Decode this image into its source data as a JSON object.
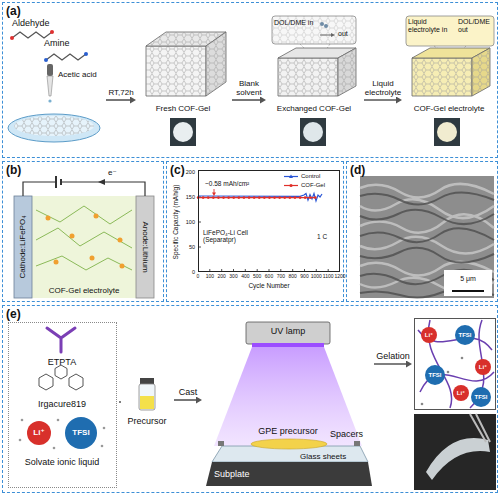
{
  "diagram": {
    "nodes": [
      {
        "text": [
          "(a)"
        ]
      },
      {
        "text": [
          "Aldehyde",
          "Amine",
          "Acetic acid"
        ],
        "in": 0
      },
      {
        "text": [
          "Fresh COF-Gel"
        ],
        "in": 0
      },
      {
        "text": [
          "DOL/DME in",
          "out",
          "Exchanged COF-Gel"
        ],
        "in": 0
      },
      {
        "text": [
          "Liquid electrolyte in",
          "DOL/DME out",
          "COF-Gel electrolyte"
        ],
        "in": 0
      },
      {
        "text": [
          "(b)"
        ]
      },
      {
        "text": [
          "Cathode:LiFePO₄",
          "Anode:Lithium",
          "COF-Gel electrolyte"
        ],
        "in": 5
      },
      {
        "text": [
          "(c)"
        ]
      },
      {
        "text": [
          "~0.58 mAh/cm²",
          "LiFePO₄-Li Cell (Separatpr)",
          "1 C"
        ],
        "in": 7
      },
      {
        "text": [
          "(d)"
        ]
      },
      {
        "text": [
          "(e)"
        ]
      },
      {
        "text": [
          "ETPTA",
          "Irgacure819",
          "Li⁺",
          "TFSI",
          "Solvate ionic liquid"
        ],
        "in": 10
      },
      {
        "text": [
          "Precursor"
        ],
        "in": 10
      },
      {
        "text": [
          "UV lamp",
          "GPE precursor",
          "Spacers",
          "Glass sheets",
          "Subplate"
        ],
        "in": 10
      },
      {
        "text": [
          "Li⁺",
          "TFSI",
          "Li⁺",
          "TFSI",
          "Li⁺",
          "TFSI"
        ],
        "in": 10
      }
    ],
    "edges": [
      {
        "from": 1,
        "to": 2,
        "arrow": "to",
        "label": "RT,72h"
      },
      {
        "from": 2,
        "to": 3,
        "arrow": "to",
        "label": "Blank solvent"
      },
      {
        "from": 3,
        "to": 4,
        "arrow": "to",
        "label": "Liquid electrolyte"
      },
      {
        "from": 11,
        "to": 12,
        "arrow": "none"
      },
      {
        "from": 12,
        "to": 13,
        "arrow": "to",
        "label": "Cast"
      },
      {
        "from": 13,
        "to": 14,
        "arrow": "to",
        "label": "Gelation"
      }
    ],
    "labels": [
      "e⁻",
      "Specific Capacity (mAh/g)",
      "0",
      "50",
      "100",
      "150",
      "200",
      "0",
      "100",
      "200",
      "300",
      "400",
      "500",
      "600",
      "700",
      "800",
      "900",
      "1000",
      "1100",
      "1200",
      "Cycle Number",
      "5 μm"
    ],
    "legend": [
      {
        "text": "Control"
      },
      {
        "text": "COF-Gel"
      }
    ]
  }
}
